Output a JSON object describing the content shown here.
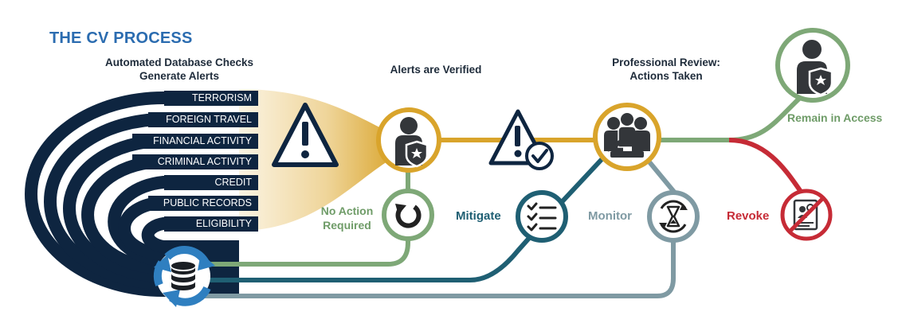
{
  "title": "THE CV PROCESS",
  "stages": {
    "checks": {
      "line1": "Automated Database Checks",
      "line2": "Generate Alerts"
    },
    "verified": {
      "line1": "Alerts are Verified"
    },
    "review": {
      "line1": "Professional Review:",
      "line2": "Actions Taken"
    }
  },
  "data_sources": [
    "TERRORISM",
    "FOREIGN TRAVEL",
    "FINANCIAL ACTIVITY",
    "CRIMINAL ACTIVITY",
    "CREDIT",
    "PUBLIC RECORDS",
    "ELIGIBILITY"
  ],
  "outcomes": {
    "no_action": {
      "line1": "No Action",
      "line2": "Required"
    },
    "mitigate": "Mitigate",
    "monitor": "Monitor",
    "remain": "Remain in Access",
    "revoke": "Revoke"
  },
  "colors": {
    "navy": "#0e2540",
    "gold": "#d9a42b",
    "green": "#7ea877",
    "teal": "#1f5f73",
    "gray_teal": "#7f9aa3",
    "red": "#c62b36",
    "title_blue": "#2b6cb0",
    "cycle_blue": "#2f7fc0"
  },
  "icons": [
    "warning-icon",
    "verified-person-icon",
    "warning-check-icon",
    "review-group-icon",
    "remain-person-icon",
    "refresh-icon",
    "checklist-icon",
    "hourglass-cycle-icon",
    "revoke-card-icon",
    "database-cycle-icon"
  ]
}
